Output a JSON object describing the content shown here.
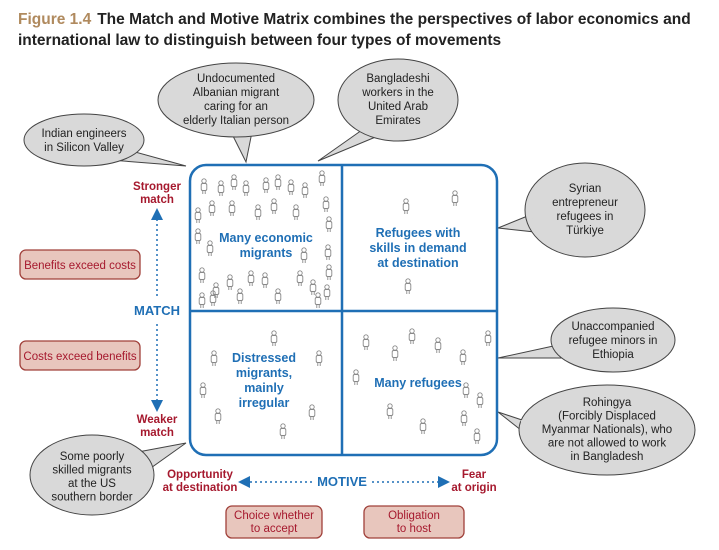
{
  "figure": {
    "label": "Figure 1.4",
    "title": "The Match and Motive Matrix combines the perspectives of labor economics and international law to distinguish between four types of movements"
  },
  "bubbles": {
    "indian": [
      "Indian engineers",
      "in Silicon Valley"
    ],
    "albanian": [
      "Undocumented",
      "Albanian migrant",
      "caring for an",
      "elderly Italian person"
    ],
    "bangladeshi": [
      "Bangladeshi",
      "workers in the",
      "United Arab",
      "Emirates"
    ],
    "syrian": [
      "Syrian",
      "entrepreneur",
      "refugees in",
      "Türkiye"
    ],
    "unaccompanied": [
      "Unaccompanied",
      "refugee minors in",
      "Ethiopia"
    ],
    "rohingya": [
      "Rohingya",
      "(Forcibly Displaced",
      "Myanmar Nationals), who",
      "are not allowed to work",
      "in Bangladesh"
    ],
    "poorly": [
      "Some poorly",
      "skilled migrants",
      "at the US",
      "southern border"
    ]
  },
  "quadrants": {
    "top_left": [
      "Many economic",
      "migrants"
    ],
    "top_right": [
      "Refugees with",
      "skills in demand",
      "at destination"
    ],
    "bottom_left": [
      "Distressed",
      "migrants,",
      "mainly",
      "irregular"
    ],
    "bottom_right": [
      "Many refugees"
    ]
  },
  "axis": {
    "match_label": "MATCH",
    "stronger": [
      "Stronger",
      "match"
    ],
    "weaker": [
      "Weaker",
      "match"
    ],
    "motive_label": "MOTIVE",
    "opportunity": [
      "Opportunity",
      "at destination"
    ],
    "fear": [
      "Fear",
      "at origin"
    ]
  },
  "boxes": {
    "benefits": "Benefits exceed costs",
    "costs": "Costs exceed benefits",
    "choice": [
      "Choice whether",
      "to accept"
    ],
    "obligation": [
      "Obligation",
      "to host"
    ]
  },
  "colors": {
    "accent": "#1f6fb5",
    "red": "#a6192e",
    "figure_label": "#b08a5e",
    "box_fill": "#e8c6bd",
    "bubble_fill": "#d9d9d9"
  }
}
